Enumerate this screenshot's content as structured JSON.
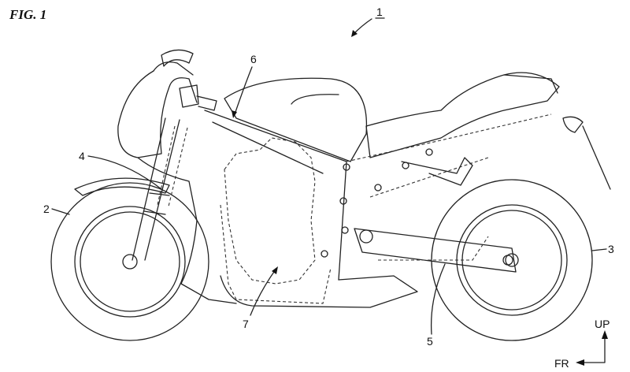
{
  "figure": {
    "title": "FIG. 1",
    "labels": {
      "motorcycle": "1",
      "front_wheel": "2",
      "rear_wheel": "3",
      "front_fork": "4",
      "swing_arm": "5",
      "frame": "6",
      "engine": "7"
    },
    "orientation": {
      "up": "UP",
      "front": "FR"
    }
  }
}
